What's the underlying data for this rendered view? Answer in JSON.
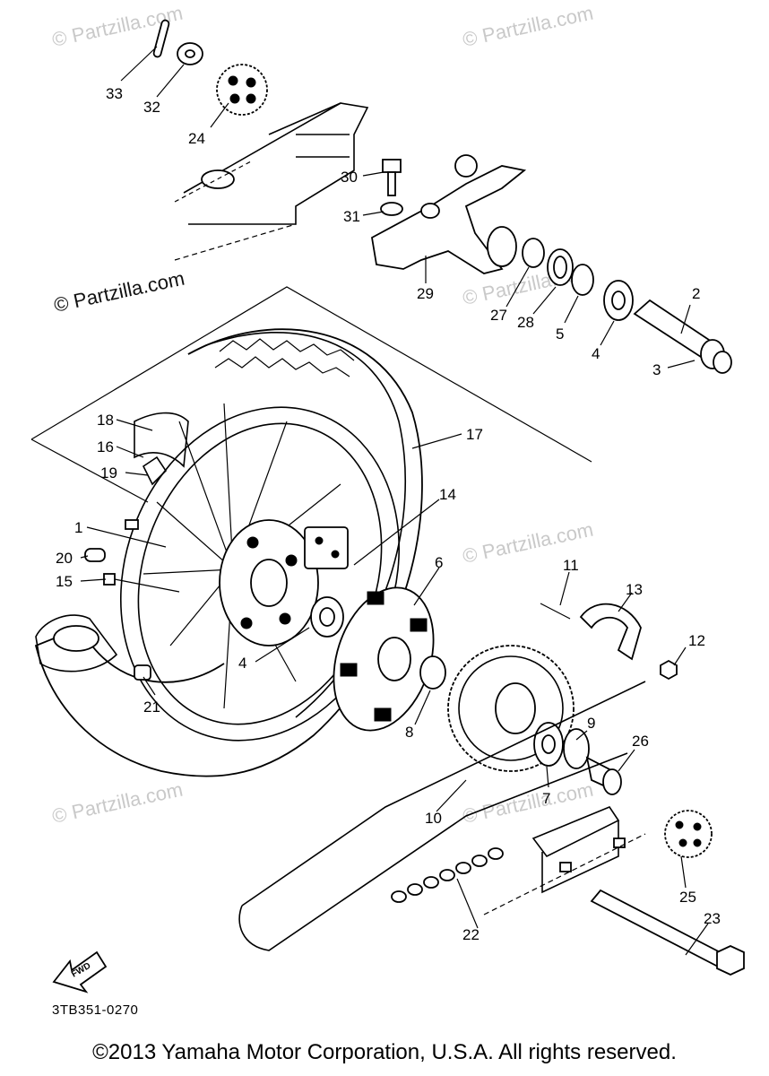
{
  "diagram": {
    "diagram_code": "3TB351-0270",
    "fwd_label": "FWD",
    "watermark_text": "© Partzilla.com",
    "copyright": "©2013  Yamaha Motor Corporation, U.S.A. All rights reserved.",
    "callouts": [
      {
        "id": "c1",
        "label": "1"
      },
      {
        "id": "c2",
        "label": "2"
      },
      {
        "id": "c3",
        "label": "3"
      },
      {
        "id": "c4a",
        "label": "4"
      },
      {
        "id": "c4b",
        "label": "4"
      },
      {
        "id": "c5",
        "label": "5"
      },
      {
        "id": "c6",
        "label": "6"
      },
      {
        "id": "c7",
        "label": "7"
      },
      {
        "id": "c8",
        "label": "8"
      },
      {
        "id": "c9",
        "label": "9"
      },
      {
        "id": "c10",
        "label": "10"
      },
      {
        "id": "c11",
        "label": "11"
      },
      {
        "id": "c12",
        "label": "12"
      },
      {
        "id": "c13",
        "label": "13"
      },
      {
        "id": "c14",
        "label": "14"
      },
      {
        "id": "c15",
        "label": "15"
      },
      {
        "id": "c16",
        "label": "16"
      },
      {
        "id": "c17",
        "label": "17"
      },
      {
        "id": "c18",
        "label": "18"
      },
      {
        "id": "c19",
        "label": "19"
      },
      {
        "id": "c20",
        "label": "20"
      },
      {
        "id": "c21",
        "label": "21"
      },
      {
        "id": "c22",
        "label": "22"
      },
      {
        "id": "c23",
        "label": "23"
      },
      {
        "id": "c24",
        "label": "24"
      },
      {
        "id": "c25",
        "label": "25"
      },
      {
        "id": "c26",
        "label": "26"
      },
      {
        "id": "c27",
        "label": "27"
      },
      {
        "id": "c28",
        "label": "28"
      },
      {
        "id": "c29",
        "label": "29"
      },
      {
        "id": "c30",
        "label": "30"
      },
      {
        "id": "c31",
        "label": "31"
      },
      {
        "id": "c32",
        "label": "32"
      },
      {
        "id": "c33",
        "label": "33"
      }
    ]
  }
}
